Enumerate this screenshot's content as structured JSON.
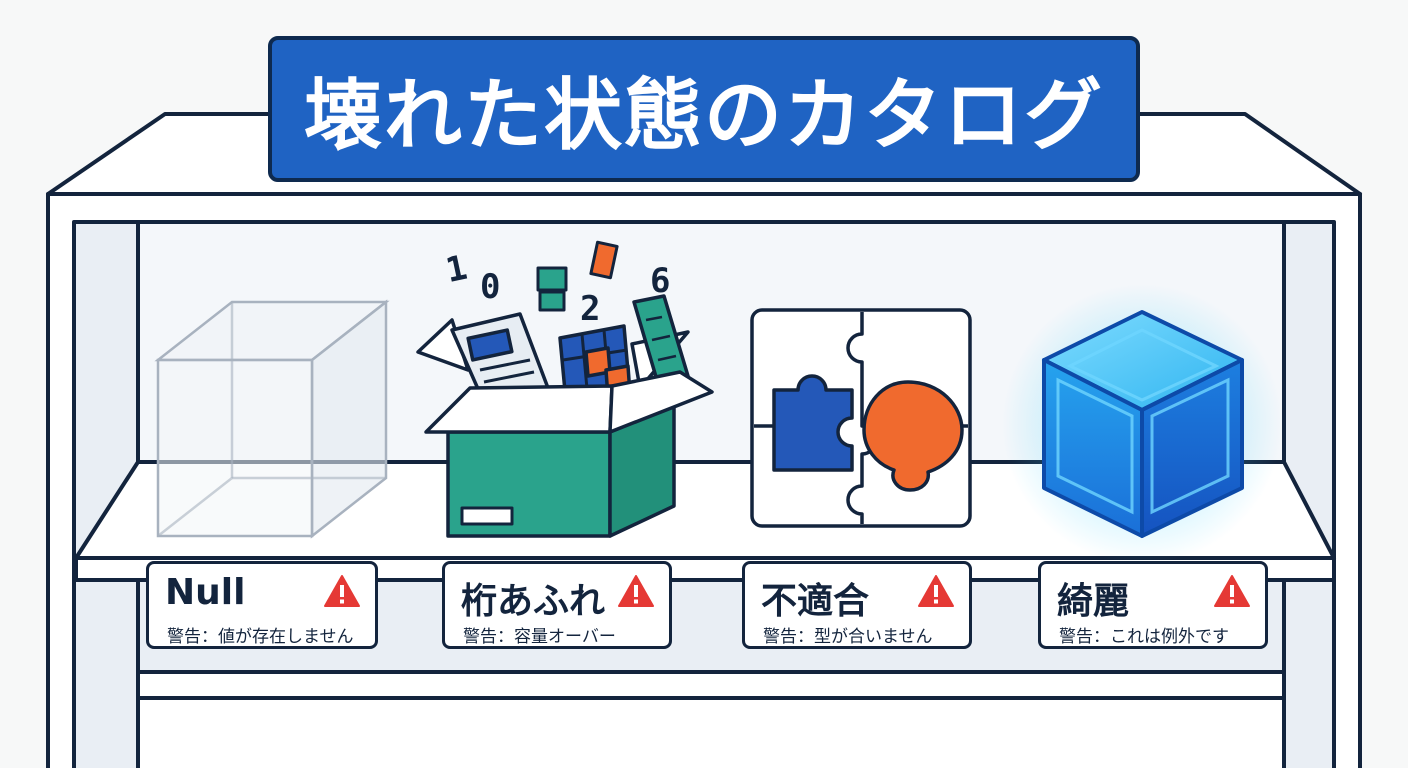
{
  "title": "壊れた状態のカタログ",
  "colors": {
    "banner": "#1f63c3",
    "outline": "#13243d",
    "teal": "#2aa38c",
    "orange": "#f06a2e",
    "blue": "#2458b8",
    "glow_blue": "#1aa8ee",
    "warning_red": "#e53935"
  },
  "floating_digits": [
    "1",
    "0",
    "2",
    "6"
  ],
  "items": [
    {
      "name": "Null",
      "note": "警告：値が存在しません",
      "icon": "transparent-cube-icon"
    },
    {
      "name": "桁あふれ",
      "note": "警告：容量オーバー",
      "icon": "overflowing-box-icon"
    },
    {
      "name": "不適合",
      "note": "警告：型が合いません",
      "icon": "mismatched-puzzle-icon"
    },
    {
      "name": "綺麗",
      "note": "警告：これは例外です",
      "icon": "glowing-blue-cube-icon"
    }
  ]
}
